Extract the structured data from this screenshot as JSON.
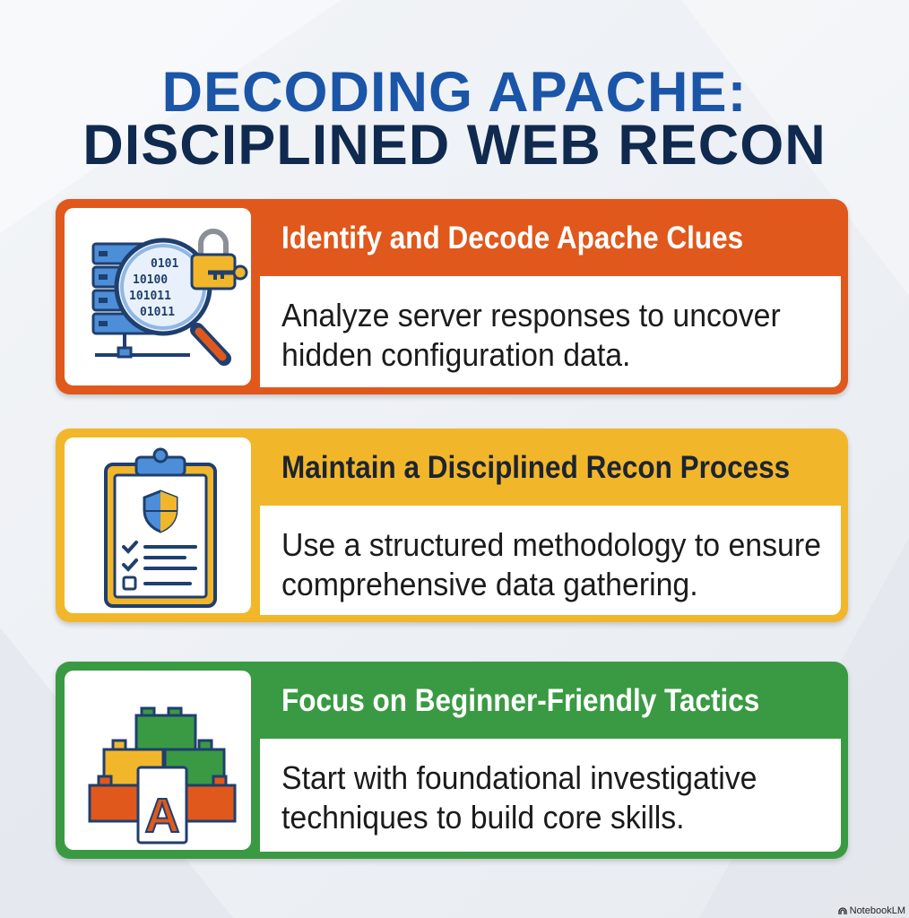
{
  "title": {
    "line1": "DECODING APACHE:",
    "line2": "DISCIPLINED WEB RECON"
  },
  "cards": [
    {
      "heading": "Identify and Decode Apache Clues",
      "body": "Analyze server responses to uncover hidden configuration data.",
      "icon": "server-magnifier-lock-icon",
      "color": "#e0581c",
      "binary": [
        "0101",
        "10100",
        "101011",
        "01011"
      ]
    },
    {
      "heading": "Maintain a Disciplined Recon Process",
      "body": "Use a structured methodology to ensure comprehensive data gathering.",
      "icon": "clipboard-checklist-shield-icon",
      "color": "#f2b62a"
    },
    {
      "heading": "Focus on Beginner-Friendly Tactics",
      "body": "Start with foundational investigative techniques to build core skills.",
      "icon": "building-blocks-icon",
      "color": "#3a9a43",
      "block_letter": "A"
    }
  ],
  "brand": "NotebookLM"
}
